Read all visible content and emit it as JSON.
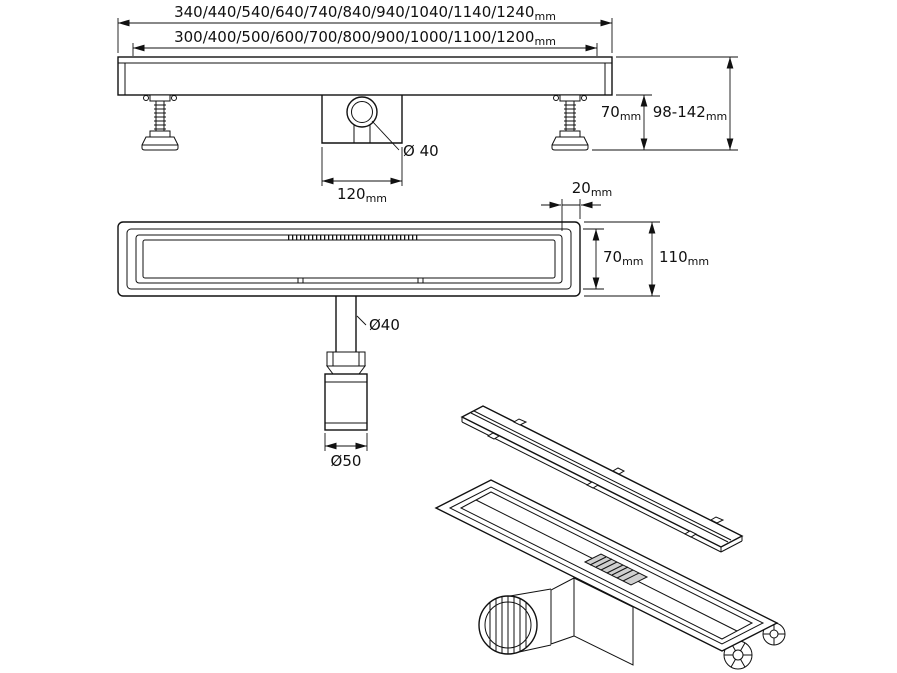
{
  "colors": {
    "background": "#ffffff",
    "line": "#111111"
  },
  "unit": "mm",
  "front_view": {
    "outer_length_options": "340/440/540/640/740/840/940/1040/1140/1240",
    "inner_length_options": "300/400/500/600/700/800/900/1000/1100/1200",
    "outlet_diameter": "Ø 40",
    "trap_width": "120",
    "lower_height": "70",
    "adjustable_height": "98-142"
  },
  "section_view": {
    "flange_width": "20",
    "channel_depth": "70",
    "total_height": "110",
    "outlet_diameter": "Ø40",
    "siphon_diameter": "Ø50"
  }
}
